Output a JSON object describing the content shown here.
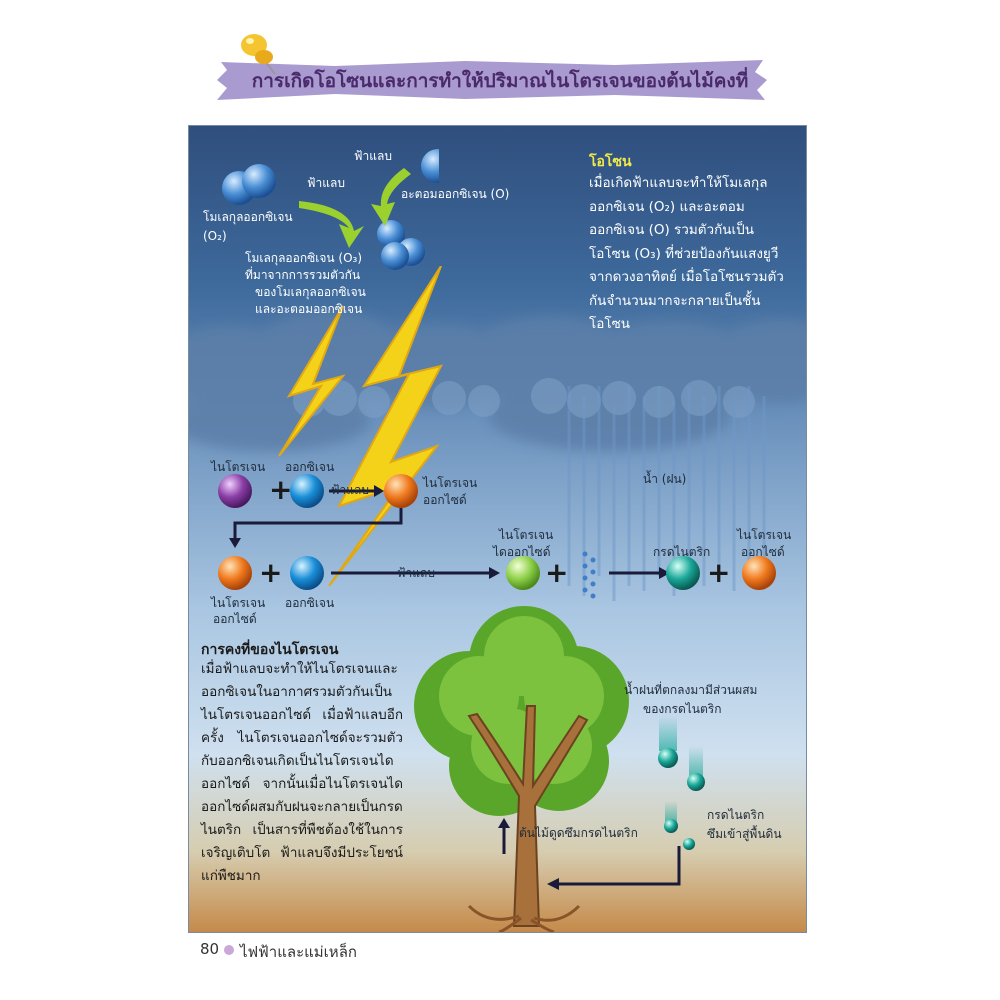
{
  "header": {
    "title": "การเกิดโอโซนและการทำให้ปริมาณไนโตรเจนของต้นไม้คงที่"
  },
  "ozone_section": {
    "labels": {
      "lightning_1": "ฟ้าแลบ",
      "lightning_2": "ฟ้าแลบ",
      "oxygen_atom": "อะตอมออกซิเจน (O)",
      "oxygen_molecule": "โมเลกุลออกซิเจน",
      "oxygen_molecule_formula": "(O₂)",
      "ozone_molecule_1": "โมเลกุลออกซิเจน (O₃)",
      "ozone_molecule_2": "ที่มาจากการรวมตัวกัน",
      "ozone_molecule_3": "ของโมเลกุลออกซิเจน",
      "ozone_molecule_4": "และอะตอมออกซิเจน"
    },
    "title": "โอโซน",
    "body": "เมื่อเกิดฟ้าแลบจะทำให้โมเลกุลออกซิเจน (O₂) และอะตอมออกซิเจน (O) รวมตัวกันเป็นโอโซน (O₃) ที่ช่วยป้องกันแสงยูวีจากดวงอาทิตย์ เมื่อโอโซนรวมตัวกันจำนวนมากจะกลายเป็นชั้นโอโซน"
  },
  "nitrogen_cycle": {
    "nitrogen": "ไนโตรเจน",
    "oxygen_1": "ออกซิเจน",
    "lightning_arrow_1": "ฟ้าแลบ",
    "nitric_oxide_1a": "ไนโตรเจน",
    "nitric_oxide_1b": "ออกไซด์",
    "nitric_oxide_2a": "ไนโตรเจน",
    "nitric_oxide_2b": "ออกไซด์",
    "oxygen_2": "ออกซิเจน",
    "lightning_arrow_2": "ฟ้าแลบ",
    "dioxide_a": "ไนโตรเจน",
    "dioxide_b": "ไดออกไซด์",
    "rain_water": "น้ำ (ฝน)",
    "nitric_acid": "กรดไนตริก",
    "nitric_oxide_3a": "ไนโตรเจน",
    "nitric_oxide_3b": "ออกไซด์"
  },
  "fixation_section": {
    "title": "การคงที่ของไนโตรเจน",
    "body": "เมื่อฟ้าแลบจะทำให้ไนโตรเจนและออกซิเจนในอากาศรวมตัวกันเป็นไนโตรเจนออกไซด์ เมื่อฟ้าแลบอีกครั้ง ไนโตรเจนออกไซด์จะรวมตัวกับออกซิเจนเกิดเป็นไนโตรเจนไดออกไซด์ จากนั้นเมื่อไนโตรเจนไดออกไซด์ผสมกับฝนจะกลายเป็นกรดไนตริก เป็นสารที่พืชต้องใช้ในการเจริญเติบโต ฟ้าแลบจึงมีประโยชน์แก่พืชมาก"
  },
  "ground_section": {
    "rain_mix_1": "น้ำฝนที่ตกลงมามีส่วนผสม",
    "rain_mix_2": "ของกรดไนตริก",
    "acid_soak_1": "กรดไนตริก",
    "acid_soak_2": "ซึมเข้าสู่พื้นดิน",
    "tree_absorbs": "ต้นไม้ดูดซึมกรดไนตริก"
  },
  "footer": {
    "page_number": "80",
    "book_title": "ไฟฟ้าและแม่เหล็ก"
  },
  "colors": {
    "banner": "#a99bd0",
    "title_text": "#4b2a6b",
    "nitrogen_atom": "#8b3fa6",
    "oxygen_atom": "#1a8fd8",
    "nitric_oxide": "#f07a1e",
    "nitrogen_dioxide": "#8fd14a",
    "nitric_acid": "#1aa89a",
    "lightning": "#f5d21a"
  }
}
